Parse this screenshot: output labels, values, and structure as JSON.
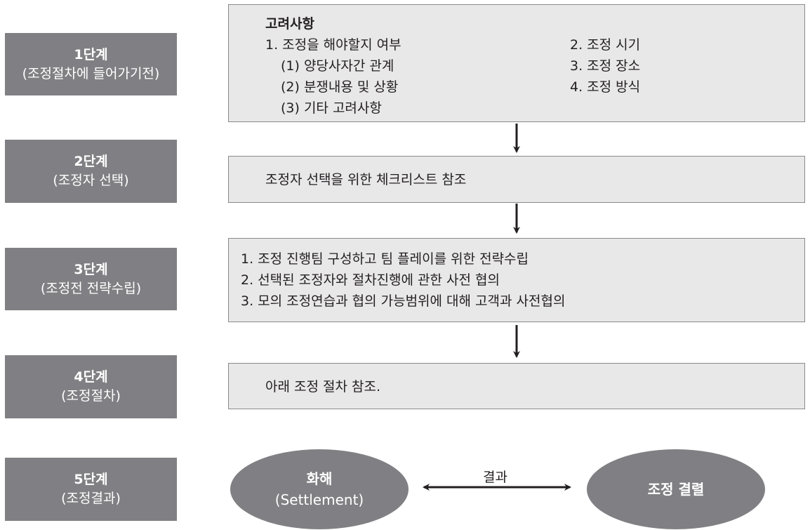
{
  "steps": [
    {
      "title": "1단계",
      "subtitle": "(조정절차에 들어가기전)"
    },
    {
      "title": "2단계",
      "subtitle": "(조정자 선택)"
    },
    {
      "title": "3단계",
      "subtitle": "(조정전 전략수립)"
    },
    {
      "title": "4단계",
      "subtitle": "(조정절차)"
    },
    {
      "title": "5단계",
      "subtitle": "(조정결과)"
    }
  ],
  "box1": {
    "heading": "고려사항",
    "item1": "1. 조정을 해야할지 여부",
    "sub1": "(1) 양당사자간 관계",
    "sub2": "(2) 분쟁내용 및 상황",
    "sub3": "(3) 기타 고려사항",
    "item2": "2. 조정 시기",
    "item3": "3. 조정 장소",
    "item4": "4. 조정 방식"
  },
  "box2": {
    "text": "조정자 선택을 위한 체크리스트 참조"
  },
  "box3": {
    "lines": [
      "1. 조정 진행팀 구성하고 팀 플레이를 위한 전략수립",
      "2. 선택된 조정자와 절차진행에 관한 사전 협의",
      "3. 모의 조정연습과 협의 가능범위에 대해 고객과 사전협의"
    ]
  },
  "box4": {
    "text": "아래 조정 절차 참조."
  },
  "result": {
    "left_title": "화해",
    "left_sub": "(Settlement)",
    "arrow_label": "결과",
    "right_title": "조정 결렬"
  }
}
